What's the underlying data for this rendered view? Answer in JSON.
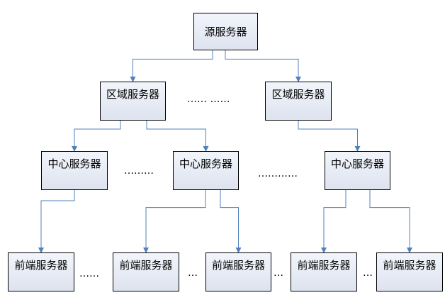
{
  "diagram": {
    "colors": {
      "connector": "#4f81bd",
      "node_border": "#000000",
      "text": "#000000"
    },
    "nodes": {
      "source": {
        "label": "源服务器"
      },
      "region_1": {
        "label": "区域服务器"
      },
      "region_2": {
        "label": "区域服务器"
      },
      "center_1": {
        "label": "中心服务器"
      },
      "center_2": {
        "label": "中心服务器"
      },
      "center_3": {
        "label": "中心服务器"
      },
      "front_1": {
        "label": "前端服务器"
      },
      "front_2": {
        "label": "前端服务器"
      },
      "front_3": {
        "label": "前端服务器"
      },
      "front_4": {
        "label": "前端服务器"
      },
      "front_5": {
        "label": "前端服务器"
      }
    },
    "ellipses": {
      "region_gap": "…… ……",
      "center_gap_1": "………",
      "center_gap_2": "…………",
      "front_gap_1": "……",
      "front_gap_2": "…",
      "front_gap_3": "…",
      "front_gap_4": "…"
    },
    "edges": [
      {
        "from": "source",
        "to": "region_1"
      },
      {
        "from": "source",
        "to": "region_2"
      },
      {
        "from": "region_1",
        "to": "center_1"
      },
      {
        "from": "region_1",
        "to": "center_2"
      },
      {
        "from": "region_2",
        "to": "center_3"
      },
      {
        "from": "center_1",
        "to": "front_1"
      },
      {
        "from": "center_2",
        "to": "front_2"
      },
      {
        "from": "center_2",
        "to": "front_3"
      },
      {
        "from": "center_3",
        "to": "front_4"
      },
      {
        "from": "center_3",
        "to": "front_5"
      }
    ]
  }
}
